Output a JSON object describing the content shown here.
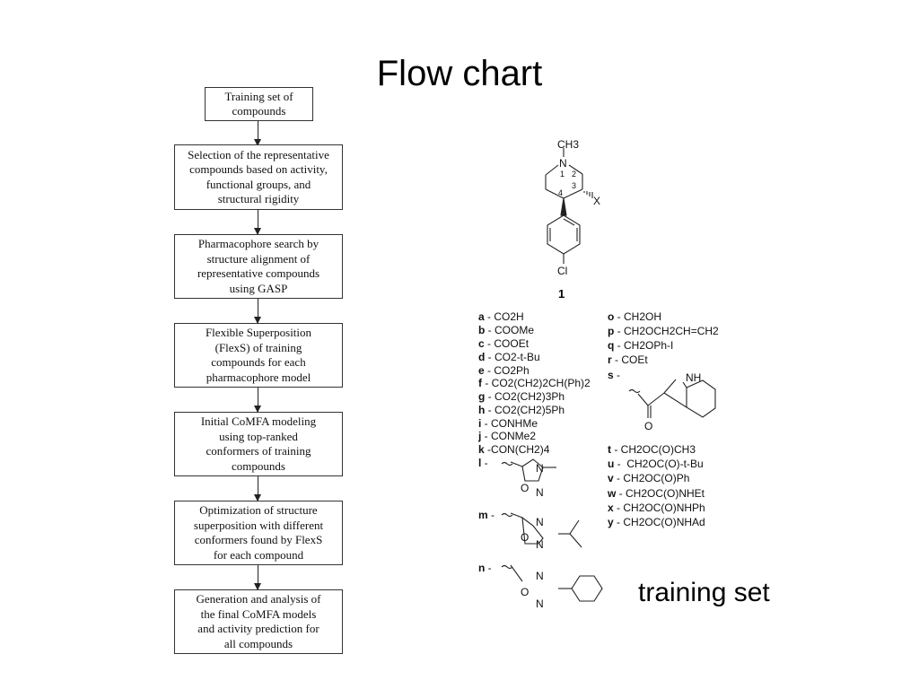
{
  "title": "Flow chart",
  "flow_steps": [
    {
      "text": "Training set of\ncompounds"
    },
    {
      "text": "Selection of the representative\ncompounds based on activity,\nfunctional groups, and\nstructural rigidity"
    },
    {
      "text": "Pharmacophore search by\nstructure alignment of\nrepresentative compounds\nusing GASP"
    },
    {
      "text": "Flexible Superposition\n(FlexS) of training\ncompounds for each\npharmacophore model"
    },
    {
      "text": "Initial CoMFA modeling\nusing top-ranked\nconformers of training\ncompounds"
    },
    {
      "text": "Optimization of structure\nsuperposition with different\nconformers found by FlexS\nfor each compound"
    },
    {
      "text": "Generation and analysis of\nthe final CoMFA models\nand activity prediction for\nall compounds"
    }
  ],
  "structure": {
    "compound_number": "1",
    "atoms": {
      "methyl": "CH3",
      "n": "N",
      "x": "X",
      "cl": "Cl",
      "pos1": "1",
      "pos2": "2",
      "pos3": "3",
      "pos4": "4"
    }
  },
  "substituents_left": [
    {
      "letter": "a",
      "formula": "CO2H"
    },
    {
      "letter": "b",
      "formula": "COOMe"
    },
    {
      "letter": "c",
      "formula": "COOEt"
    },
    {
      "letter": "d",
      "formula": "CO2-t-Bu"
    },
    {
      "letter": "e",
      "formula": "CO2Ph"
    },
    {
      "letter": "f",
      "formula": "CO2(CH2)2CH(Ph)2"
    },
    {
      "letter": "g",
      "formula": "CO2(CH2)3Ph"
    },
    {
      "letter": "h",
      "formula": "CO2(CH2)5Ph"
    },
    {
      "letter": "i",
      "formula": "CONHMe"
    },
    {
      "letter": "j",
      "formula": "CONMe2"
    },
    {
      "letter": "k",
      "formula": "CON(CH2)4"
    },
    {
      "letter": "l",
      "formula": ""
    },
    {
      "letter": "m",
      "formula": ""
    },
    {
      "letter": "n",
      "formula": ""
    }
  ],
  "substituents_right": [
    {
      "letter": "o",
      "formula": "CH2OH"
    },
    {
      "letter": "p",
      "formula": "CH2OCH2CH=CH2"
    },
    {
      "letter": "q",
      "formula": "CH2OPh-I"
    },
    {
      "letter": "r",
      "formula": "COEt"
    },
    {
      "letter": "s",
      "formula": ""
    },
    {
      "letter": "t",
      "formula": "CH2OC(O)CH3"
    },
    {
      "letter": "u",
      "formula": "CH2OC(O)-t-Bu"
    },
    {
      "letter": "v",
      "formula": "CH2OC(O)Ph"
    },
    {
      "letter": "w",
      "formula": "CH2OC(O)NHEt"
    },
    {
      "letter": "x",
      "formula": "CH2OC(O)NHPh"
    },
    {
      "letter": "y",
      "formula": "CH2OC(O)NHAd"
    }
  ],
  "ring_atoms": {
    "n": "N",
    "o": "O",
    "nh": "NH"
  },
  "caption": "training set"
}
